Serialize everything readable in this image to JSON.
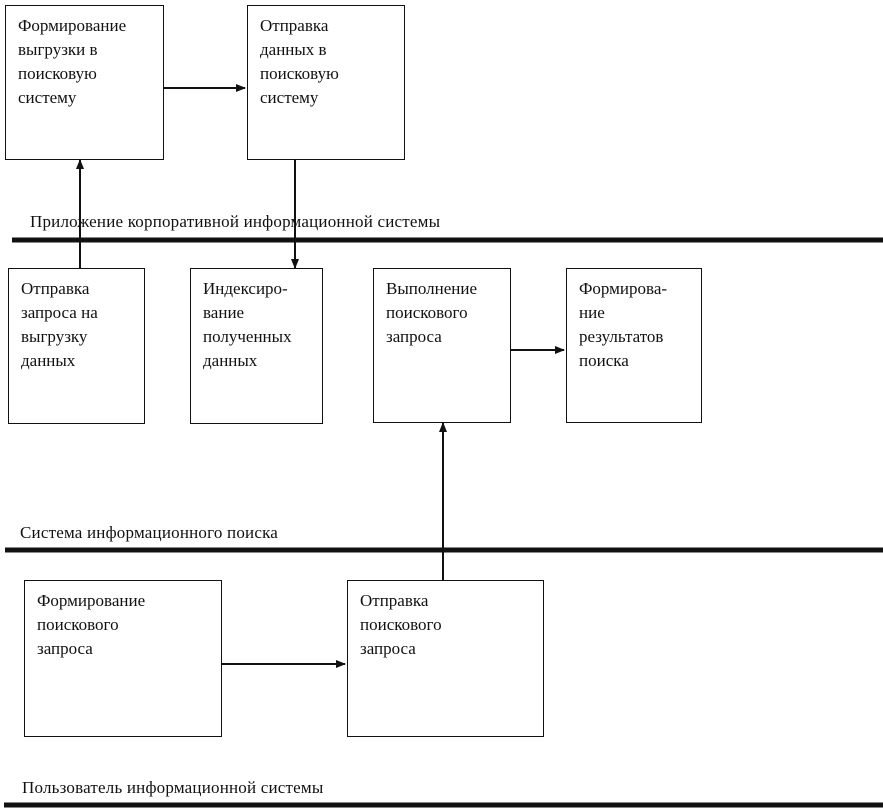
{
  "lanes": {
    "corporate_app": "Приложение корпоративной информационной системы",
    "search_system": "Система информационного поиска",
    "user": "Пользователь информационной системы"
  },
  "boxes": {
    "form_export": "Формирование\nвыгрузки в\nпоисковую\nсистему",
    "send_data": "Отправка\nданных в\nпоисковую\nсистему",
    "request_export": "Отправка\nзапроса на\nвыгрузку\nданных",
    "indexing": "Индексиро-\nвание\nполученных\nданных",
    "execute_query": "Выполнение\nпоискового\nзапроса",
    "form_results": "Формирова-\nние\nрезультатов\nпоиска",
    "form_query": "Формирование\nпоискового\nзапроса",
    "send_query": "Отправка\nпоискового\nзапроса"
  }
}
